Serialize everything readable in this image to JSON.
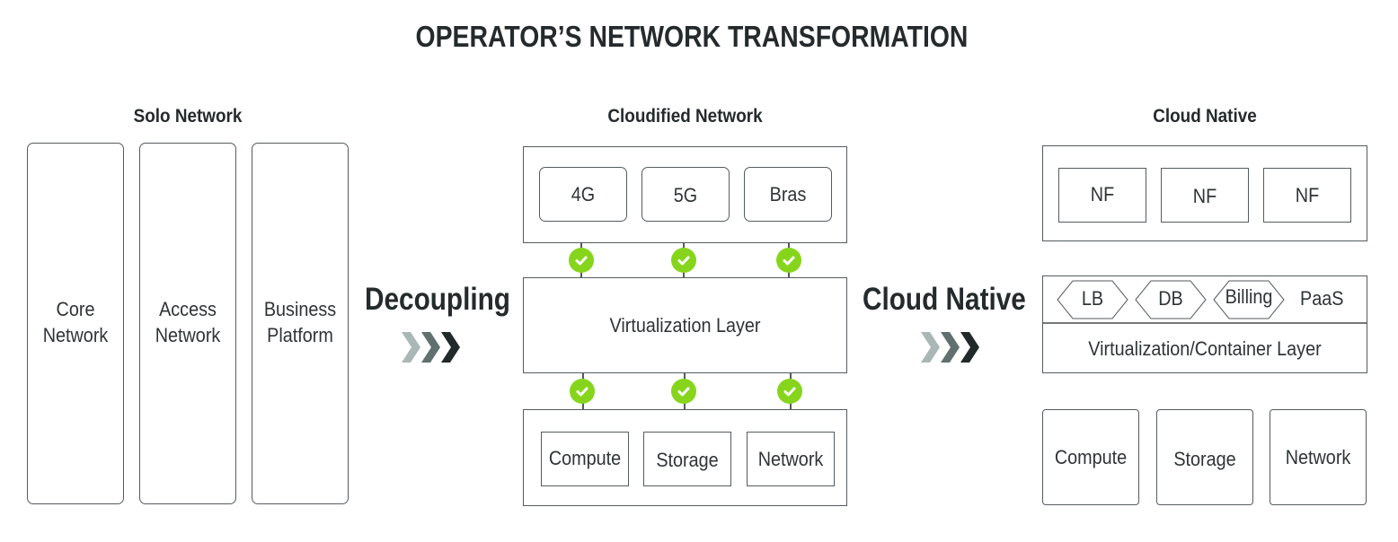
{
  "title": "OPERATOR’S NETWORK TRANSFORMATION",
  "sections": {
    "solo": {
      "heading": "Solo Network",
      "columns": [
        {
          "line1": "Core",
          "line2": "Network"
        },
        {
          "line1": "Access",
          "line2": "Network"
        },
        {
          "line1": "Business",
          "line2": "Platform"
        }
      ]
    },
    "transition1": {
      "label": "Decoupling",
      "icon": "triple-chevron-right-icon"
    },
    "cloudified": {
      "heading": "Cloudified Network",
      "services": [
        "4G",
        "5G",
        "Bras"
      ],
      "virtualization": "Virtualization Layer",
      "resources": [
        "Compute",
        "Storage",
        "Network"
      ],
      "connector_icon": "check-circle-icon",
      "connector_color": "#86d51c"
    },
    "transition2": {
      "label": "Cloud Native",
      "icon": "triple-chevron-right-icon"
    },
    "cloud_native": {
      "heading": "Cloud Native",
      "nfs": [
        "NF",
        "NF",
        "NF"
      ],
      "paas_items": [
        "LB",
        "DB",
        "Billing"
      ],
      "paas_label": "PaaS",
      "container_layer": "Virtualization/Container Layer",
      "resources": [
        "Compute",
        "Storage",
        "Network"
      ]
    }
  },
  "colors": {
    "chevron_light": "#a9b8b6",
    "chevron_mid": "#5f706f",
    "chevron_dark": "#22292b",
    "check_green": "#86d51c"
  }
}
